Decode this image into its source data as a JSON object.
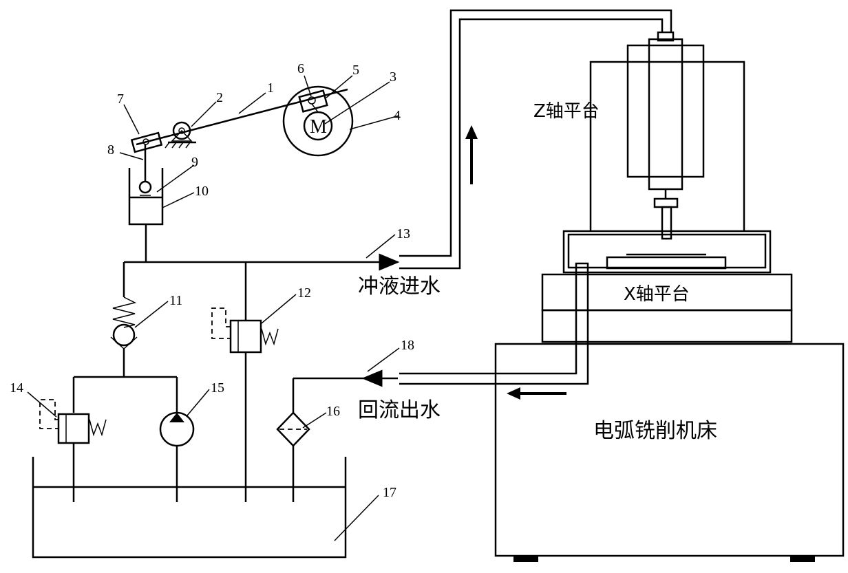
{
  "labels": {
    "z_platform": "Z轴平台",
    "x_platform": "X轴平台",
    "machine": "电弧铣削机床",
    "flush_in": "冲液进水",
    "return_out": "回流出水",
    "motor": "M"
  },
  "callouts": [
    "1",
    "2",
    "3",
    "4",
    "5",
    "6",
    "7",
    "8",
    "9",
    "10",
    "11",
    "12",
    "13",
    "14",
    "15",
    "16",
    "17",
    "18"
  ]
}
